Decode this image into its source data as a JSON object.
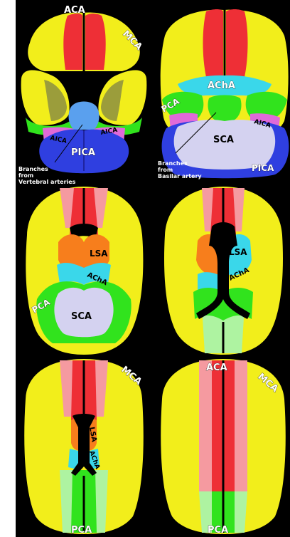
{
  "colors": {
    "aca": "#ee2f36",
    "aca_light": "#f59aa0",
    "mca": "#f2ee1b",
    "pca": "#31e31d",
    "pca_light": "#aef3a1",
    "aica": "#e06ad8",
    "pica": "#2f3fe0",
    "sca": "#d4d2f0",
    "acha": "#3ad7ea",
    "lsa": "#f77e1c",
    "vert": "#5aa0ee",
    "background": "#000000",
    "olive": "#9b9d3b"
  },
  "labels": {
    "p1_aca": "ACA",
    "p1_mca": "MCA",
    "p1_aica_l": "AICA",
    "p1_aica_r": "AICA",
    "p1_pica": "PICA",
    "p1_note_1": "Branches",
    "p1_note_2": "from",
    "p1_note_3": "Vertebral arteries",
    "p2_acha": "AChA",
    "p2_pca": "PCA",
    "p2_aica": "AICA",
    "p2_sca": "SCA",
    "p2_pica": "PICA",
    "p2_note_1": "Branches",
    "p2_note_2": "from",
    "p2_note_3": "Basilar artery",
    "p3_lsa": "LSA",
    "p3_acha": "AChA",
    "p3_pca": "PCA",
    "p3_sca": "SCA",
    "p4_lsa": "LSA",
    "p4_acha": "AChA",
    "p5_mca": "MCA",
    "p5_lsa": "LSA",
    "p5_acha": "AChA",
    "p5_pca": "PCA",
    "p6_aca": "ACA",
    "p6_mca": "MCA",
    "p6_pca": "PCA"
  }
}
